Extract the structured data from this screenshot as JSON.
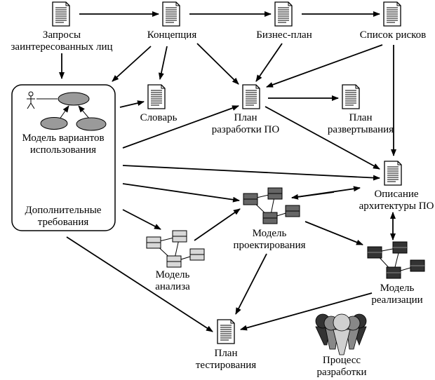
{
  "nodes": {
    "stakeholder_requests": {
      "line1": "Запросы",
      "line2": "заинтересованных лиц"
    },
    "vision": {
      "line1": "Концепция"
    },
    "business_case": {
      "line1": "Бизнес-план"
    },
    "risk_list": {
      "line1": "Список рисков"
    },
    "glossary": {
      "line1": "Словарь"
    },
    "dev_plan": {
      "line1": "План",
      "line2": "разработки ПО"
    },
    "deploy_plan": {
      "line1": "План",
      "line2": "развертывания"
    },
    "use_case_model": {
      "line1": "Модель вариантов",
      "line2": "использования"
    },
    "supplementary": {
      "line1": "Дополнительные",
      "line2": "требования"
    },
    "architecture": {
      "line1": "Описание",
      "line2": "архитектуры ПО"
    },
    "design_model": {
      "line1": "Модель",
      "line2": "проектирования"
    },
    "analysis_model": {
      "line1": "Модель",
      "line2": "анализа"
    },
    "impl_model": {
      "line1": "Модель",
      "line2": "реализации"
    },
    "test_plan": {
      "line1": "План",
      "line2": "тестирования"
    },
    "process": {
      "line1": "Процесс",
      "line2": "разработки"
    }
  }
}
